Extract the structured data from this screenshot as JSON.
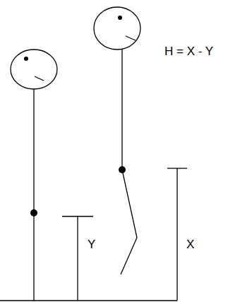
{
  "diagram": {
    "labels": [
      "H = X - Y",
      "Y",
      "X"
    ]
  }
}
